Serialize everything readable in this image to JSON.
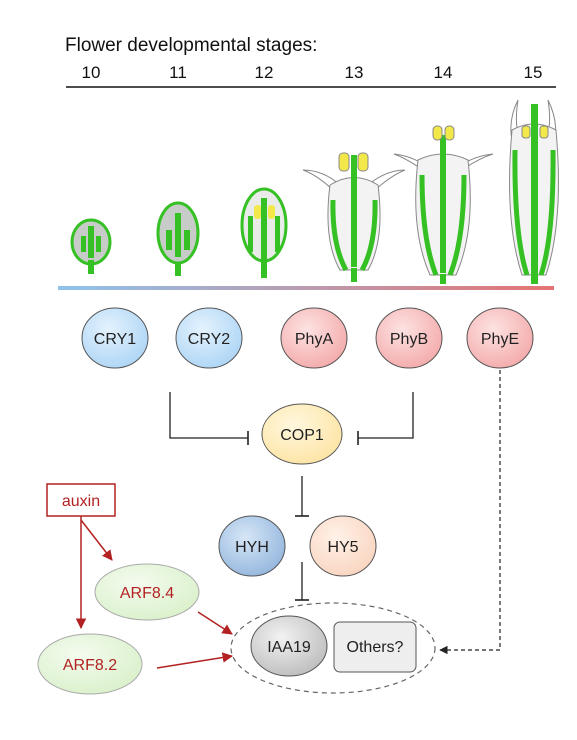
{
  "header": {
    "title": "Flower developmental stages:",
    "stages": [
      "10",
      "11",
      "12",
      "13",
      "14",
      "15"
    ]
  },
  "photoreceptors": [
    {
      "key": "cry1",
      "label": "CRY1",
      "family": "cryptochrome"
    },
    {
      "key": "cry2",
      "label": "CRY2",
      "family": "cryptochrome"
    },
    {
      "key": "phya",
      "label": "PhyA",
      "family": "phytochrome"
    },
    {
      "key": "phyb",
      "label": "PhyB",
      "family": "phytochrome"
    },
    {
      "key": "phye",
      "label": "PhyE",
      "family": "phytochrome"
    }
  ],
  "nodes": {
    "cop1": "COP1",
    "hyh": "HYH",
    "hy5": "HY5",
    "auxin": "auxin",
    "arf84": "ARF8.4",
    "arf82": "ARF8.2",
    "iaa19": "IAA19",
    "others": "Others?"
  },
  "colors": {
    "cryptochrome": "#a9d3f5",
    "phytochrome": "#f3a6a6",
    "cop1": "#fde3a0",
    "hyh": "#8fb3dc",
    "hy5": "#f9d3bd",
    "arf": "#d8f0c8",
    "auxin_red": "#b22222",
    "gradient_start": "#8ec3ec",
    "gradient_end": "#e57373",
    "petal_green": "#35c024",
    "anther_yellow": "#f2e84a"
  }
}
